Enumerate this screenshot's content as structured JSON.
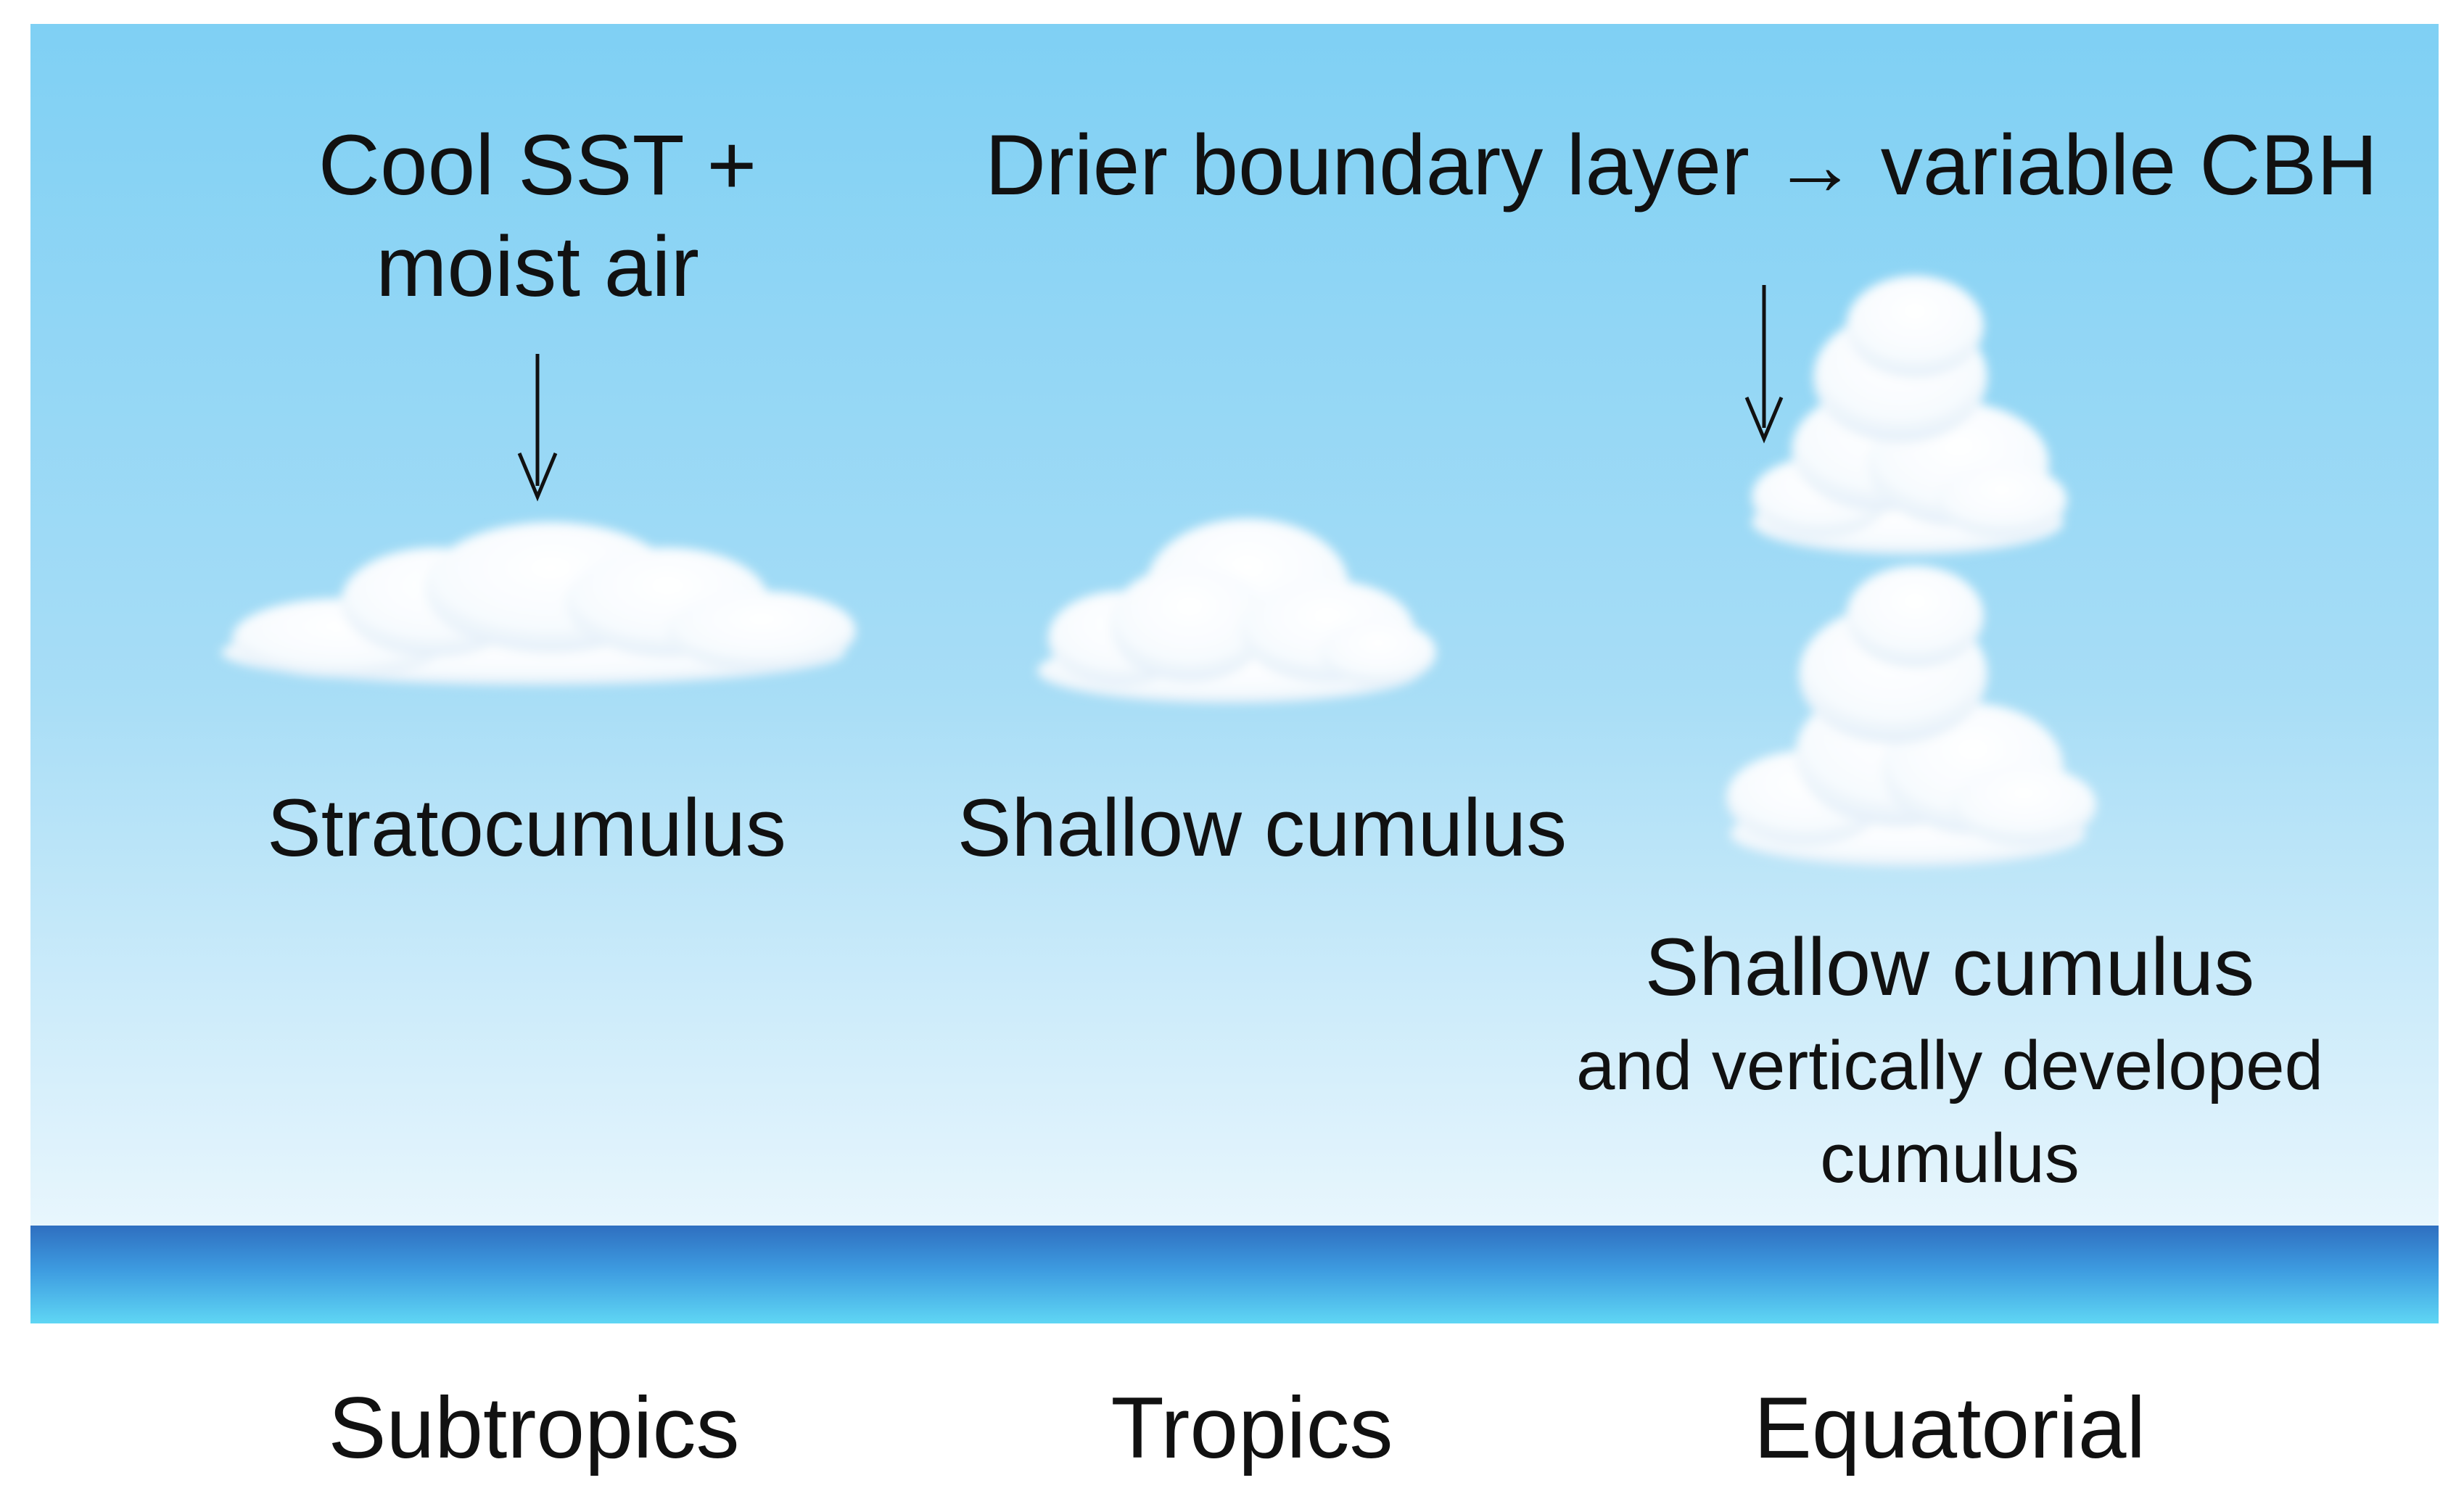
{
  "colors": {
    "sky_top": "#7fd0f4",
    "sky_bottom": "#e8f6fd",
    "ocean_dark": "#2f6fc0",
    "ocean_light": "#5fd0f2",
    "text": "#111111",
    "cloud": "#ffffff"
  },
  "annotations": {
    "subtropics_cause_line1": "Cool SST +",
    "subtropics_cause_line2": "moist air",
    "equatorial_cause": "Drier boundary layer → variable CBH"
  },
  "clouds": {
    "subtropics_label": "Stratocumulus",
    "tropics_label": "Shallow cumulus",
    "equatorial_label_line1": "Shallow cumulus",
    "equatorial_label_line2": "and vertically developed",
    "equatorial_label_line3": "cumulus"
  },
  "regions": [
    {
      "name": "Subtropics"
    },
    {
      "name": "Tropics"
    },
    {
      "name": "Equatorial"
    }
  ],
  "icons": [
    "down-arrow-icon",
    "cloud-icon"
  ]
}
